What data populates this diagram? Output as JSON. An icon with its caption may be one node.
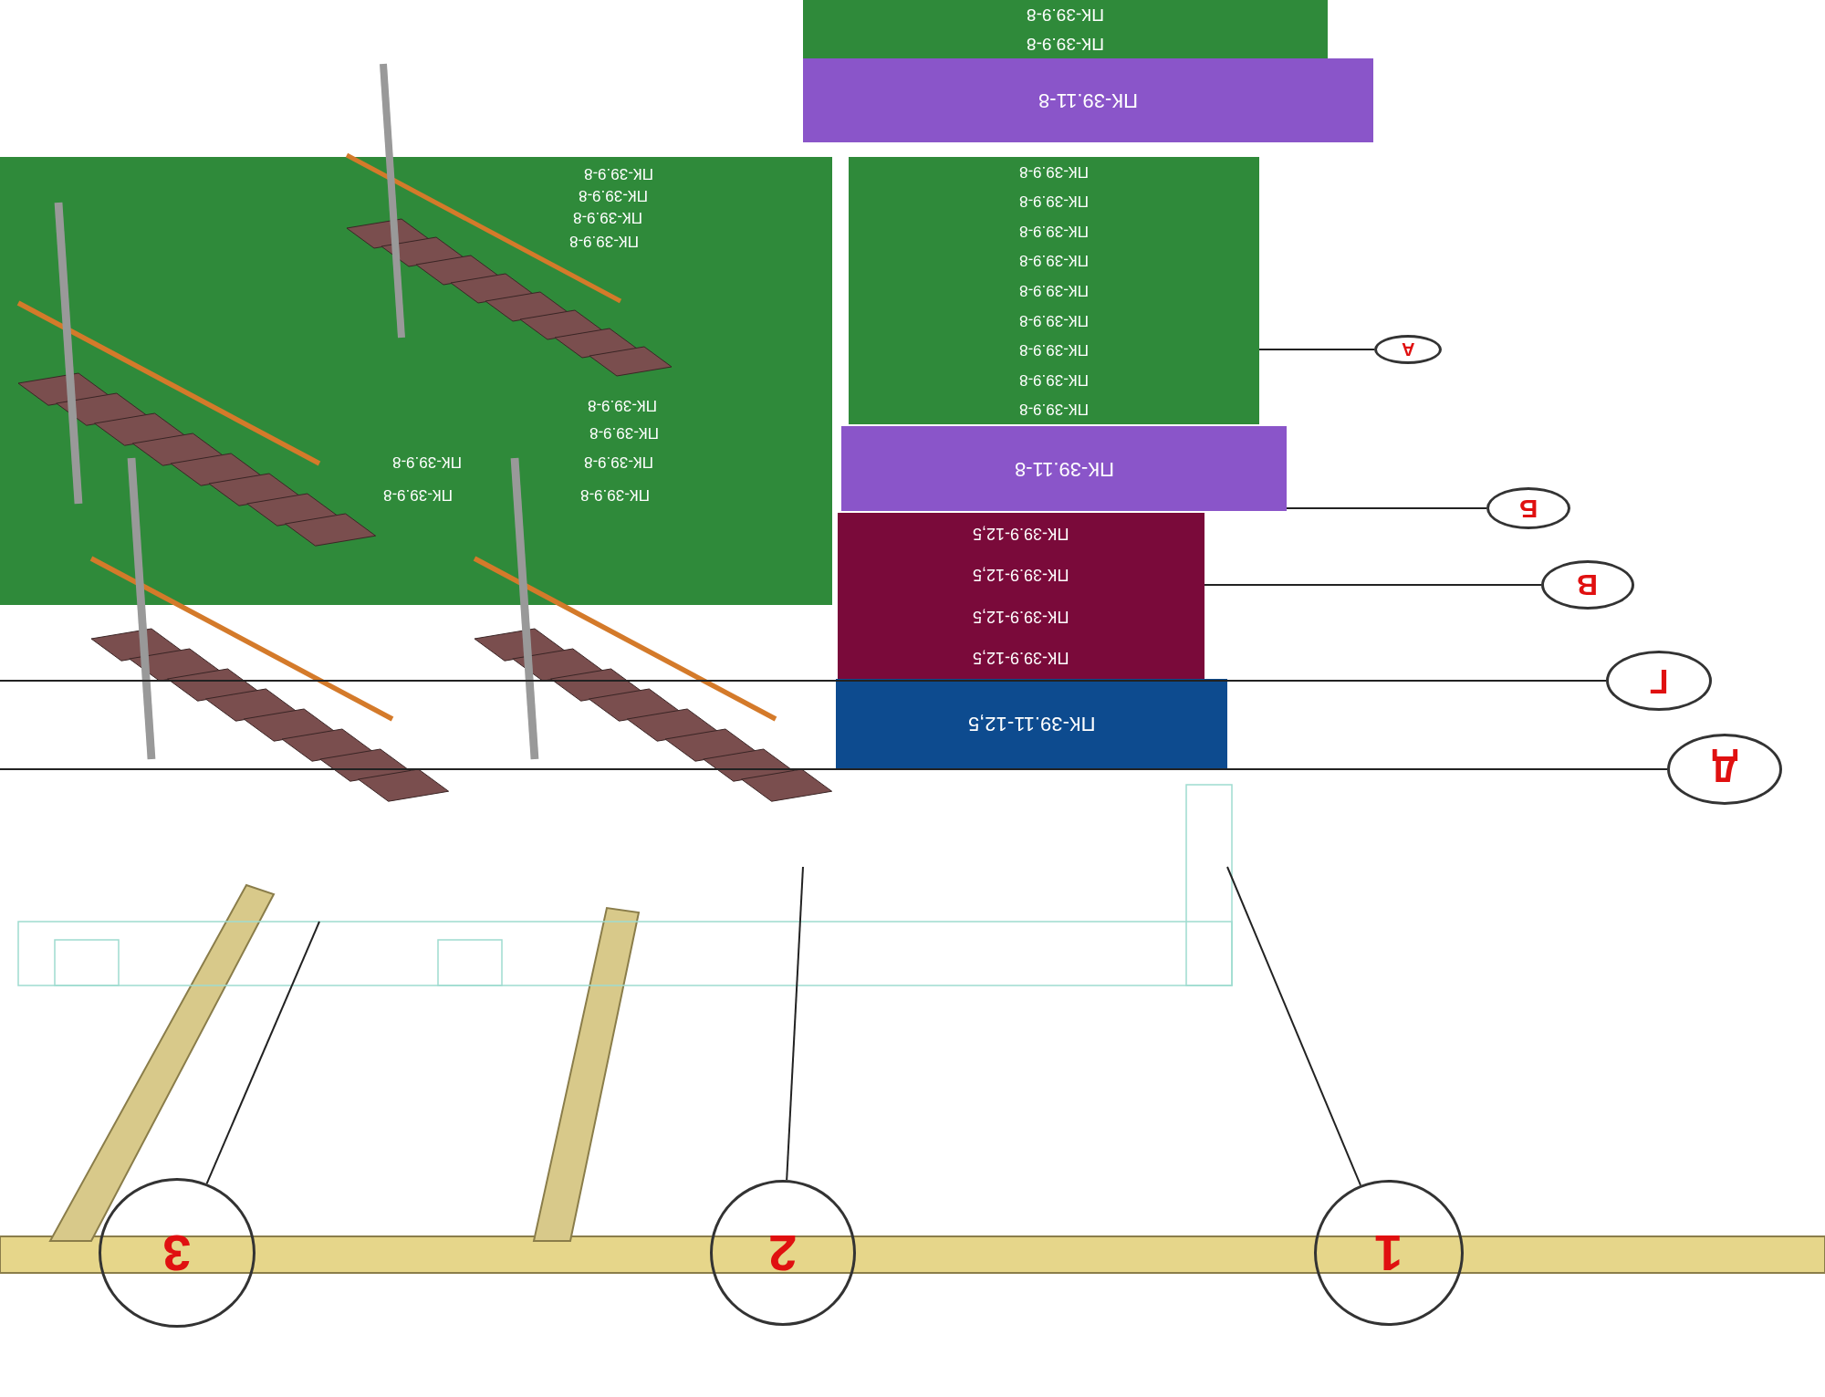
{
  "diagram": {
    "nodes": [
      {
        "text": [
          "ПК-39.9-8",
          "ПК-39.9-8"
        ]
      },
      {
        "text": [
          "ПК-39.11-8"
        ]
      },
      {
        "text": [
          "ПК-39.9-8",
          "ПК-39.9-8",
          "ПК-39.9-8",
          "ПК-39.9-8",
          "ПК-39.9-8",
          "ПК-39.9-8",
          "ПК-39.9-8",
          "ПК-39.9-8",
          "ПК-39.9-8"
        ]
      },
      {
        "text": [
          "ПК-39.11-8"
        ]
      },
      {
        "text": [
          "ПК-39.9-12,5",
          "ПК-39.9-12,5",
          "ПК-39.9-12,5",
          "ПК-39.9-12,5"
        ]
      },
      {
        "text": [
          "ПК-39.11-12,5"
        ]
      },
      {
        "text": [
          "ПК-39.9-8",
          "ПК-39.9-8",
          "ПК-39.9-8",
          "ПК-39.9-8",
          "ПК-39.9-8",
          "ПК-39.9-8",
          "ПК-39.9-8",
          "ПК-39.9-8",
          "ПК-39.9-8",
          "ПК-39.9-8"
        ]
      },
      {
        "text": [
          "А"
        ]
      },
      {
        "text": [
          "Б"
        ]
      },
      {
        "text": [
          "В"
        ]
      },
      {
        "text": [
          "Г"
        ]
      },
      {
        "text": [
          "Д"
        ]
      },
      {
        "text": [
          "3"
        ]
      },
      {
        "text": [
          "2"
        ]
      },
      {
        "text": [
          "1"
        ]
      }
    ],
    "edges": [
      {
        "from": 2,
        "to": 7,
        "arrow": "none"
      },
      {
        "from": 3,
        "to": 8,
        "arrow": "none"
      },
      {
        "from": 4,
        "to": 9,
        "arrow": "none"
      },
      {
        "from": null,
        "to": 10,
        "arrow": "none"
      },
      {
        "from": null,
        "to": 11,
        "arrow": "none"
      },
      {
        "from": null,
        "to": 12,
        "arrow": "none"
      },
      {
        "from": null,
        "to": 13,
        "arrow": "none"
      },
      {
        "from": null,
        "to": 14,
        "arrow": "none"
      }
    ]
  }
}
